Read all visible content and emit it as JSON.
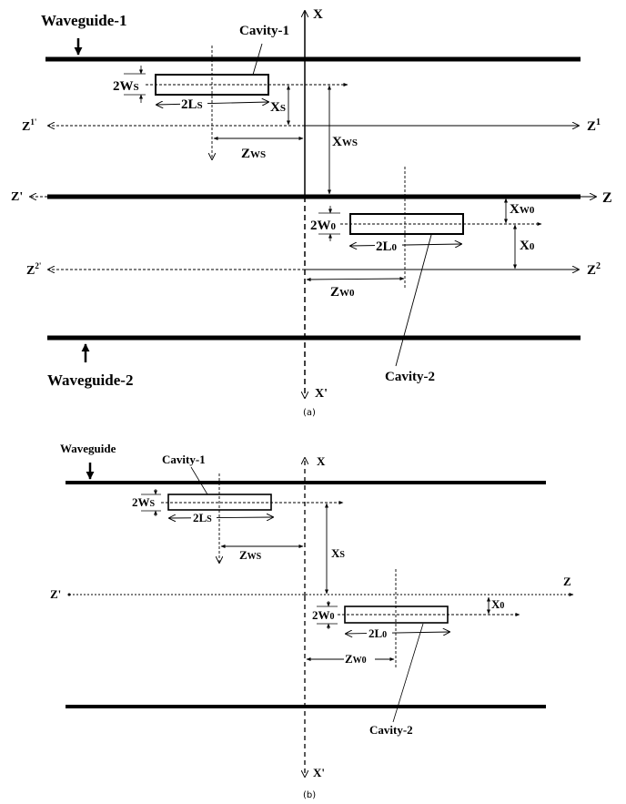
{
  "figure_a": {
    "caption": "(a)",
    "waveguide_top": "Waveguide-1",
    "waveguide_bottom": "Waveguide-2",
    "cavity_top": "Cavity-1",
    "cavity_bottom": "Cavity-2",
    "axis_x": "X",
    "axis_x_neg": "X'",
    "axis_z": "Z",
    "axis_z_neg": "Z'",
    "axis_z1": "Z",
    "axis_z1_sup": "1",
    "axis_z1_neg": "Z",
    "axis_z1_neg_sup": "1'",
    "axis_z2": "Z",
    "axis_z2_sup": "2",
    "axis_z2_neg": "Z",
    "axis_z2_neg_sup": "2'",
    "dim_2ws": "2W",
    "dim_2ws_sub": "S",
    "dim_2ls": "2L",
    "dim_2ls_sub": "S",
    "dim_xs": "X",
    "dim_xs_sub": "S",
    "dim_zws": "Z",
    "dim_zws_sub": "WS",
    "dim_xws": "X",
    "dim_xws_sub": "WS",
    "dim_2w0": "2W",
    "dim_2w0_sub": "0",
    "dim_2l0": "2L",
    "dim_2l0_sub": "0",
    "dim_x0": "X",
    "dim_x0_sub": "0",
    "dim_xw0": "X",
    "dim_xw0_sub": "W0",
    "dim_zw0": "Z",
    "dim_zw0_sub": "W0"
  },
  "figure_b": {
    "caption": "(b)",
    "waveguide": "Waveguide",
    "cavity_top": "Cavity-1",
    "cavity_bottom": "Cavity-2",
    "axis_x": "X",
    "axis_x_neg": "X'",
    "axis_z": "Z",
    "axis_z_neg": "Z'",
    "dim_2ws": "2W",
    "dim_2ws_sub": "S",
    "dim_2ls": "2L",
    "dim_2ls_sub": "S",
    "dim_zws": "Z",
    "dim_zws_sub": "WS",
    "dim_xs": "X",
    "dim_xs_sub": "S",
    "dim_2w0": "2W",
    "dim_2w0_sub": "0",
    "dim_2l0": "2L",
    "dim_2l0_sub": "0",
    "dim_x0": "X",
    "dim_x0_sub": "0",
    "dim_zw0": "Z",
    "dim_zw0_sub": "W0"
  },
  "colors": {
    "ink": "#000000",
    "background": "#ffffff"
  }
}
